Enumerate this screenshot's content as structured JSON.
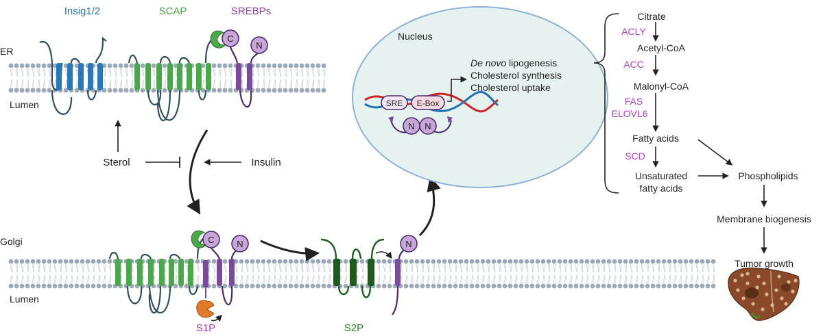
{
  "proteins": {
    "insig": "Insig1/2",
    "scap": "SCAP",
    "srebps": "SREBPs",
    "s1p": "S1P",
    "s2p": "S2P"
  },
  "compartments": {
    "er": "ER",
    "golgi": "Golgi",
    "lumen_top": "Lumen",
    "lumen_bottom": "Lumen",
    "nucleus": "Nucleus"
  },
  "domains": {
    "c": "C",
    "n": "N"
  },
  "regulators": {
    "sterol": "Sterol",
    "insulin": "Insulin"
  },
  "dna": {
    "sre": "SRE",
    "ebox": "E-Box"
  },
  "targets": {
    "de_novo_italic": "De novo",
    "lipogenesis_rest": " lipogenesis",
    "cholesterol_synthesis": "Cholesterol synthesis",
    "cholesterol_uptake": "Cholesterol uptake"
  },
  "pathway": {
    "citrate": "Citrate",
    "acetyl_coa": "Acetyl-CoA",
    "malonyl_coa": "Malonyl-CoA",
    "fatty_acids": "Fatty acids",
    "unsaturated_1": "Unsaturated",
    "unsaturated_2": "fatty acids",
    "phospholipids": "Phospholipids",
    "membrane_biogenesis": "Membrane biogenesis",
    "tumor_growth": "Tumor growth"
  },
  "enzymes": {
    "acly": "ACLY",
    "acc": "ACC",
    "fas": "FAS",
    "elovl6": "ELOVL6",
    "scd": "SCD"
  },
  "colors": {
    "insig": "#2979b8",
    "scap": "#4aa84a",
    "srebp": "#7a4a9c",
    "srebp_label": "#9b3ea8",
    "s2p": "#1f5a1f",
    "enzyme": "#b040c0",
    "nucleus_fill": "#e6f2ef",
    "nucleus_stroke": "#8fb0d8",
    "membrane": "#9aa8b8"
  }
}
